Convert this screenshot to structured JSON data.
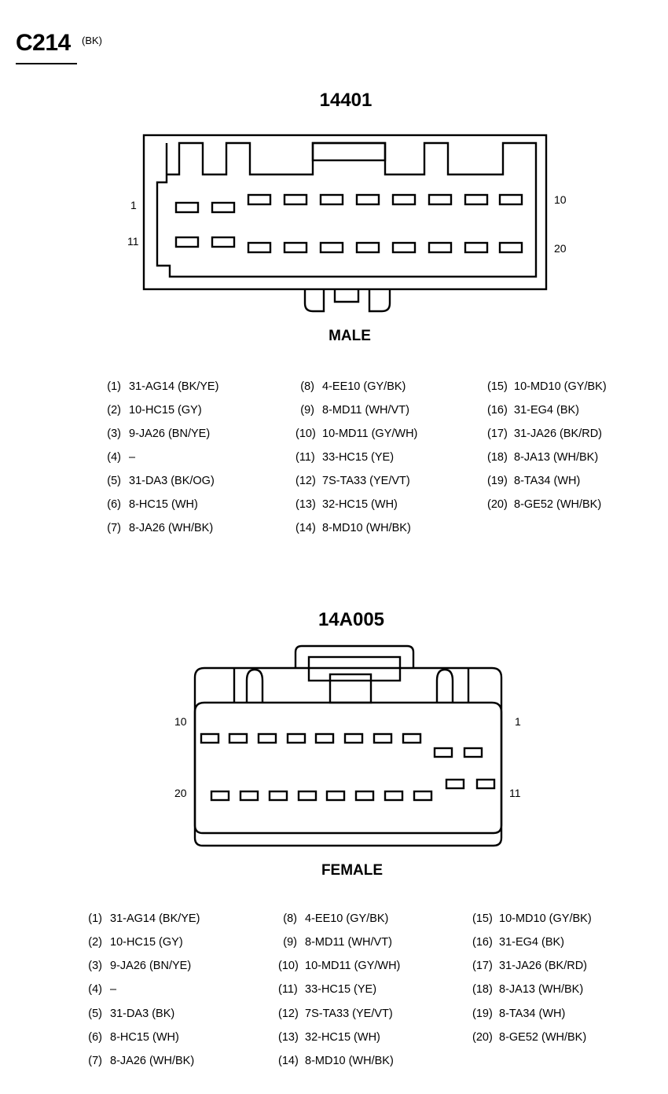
{
  "title": "C214",
  "title_suffix": "(BK)",
  "male": {
    "part_number": "14401",
    "label": "MALE",
    "pin_labels": {
      "top_left": "1",
      "top_right": "10",
      "bottom_left": "11",
      "bottom_right": "20"
    },
    "pins": [
      {
        "no": "(1)",
        "code": "31-AG14 (BK/YE)"
      },
      {
        "no": "(2)",
        "code": "10-HC15 (GY)"
      },
      {
        "no": "(3)",
        "code": "9-JA26 (BN/YE)"
      },
      {
        "no": "(4)",
        "code": "–"
      },
      {
        "no": "(5)",
        "code": "31-DA3 (BK/OG)"
      },
      {
        "no": "(6)",
        "code": "8-HC15 (WH)"
      },
      {
        "no": "(7)",
        "code": "8-JA26 (WH/BK)"
      },
      {
        "no": "(8)",
        "code": "4-EE10 (GY/BK)"
      },
      {
        "no": "(9)",
        "code": "8-MD11 (WH/VT)"
      },
      {
        "no": "(10)",
        "code": "10-MD11 (GY/WH)"
      },
      {
        "no": "(11)",
        "code": "33-HC15 (YE)"
      },
      {
        "no": "(12)",
        "code": "7S-TA33 (YE/VT)"
      },
      {
        "no": "(13)",
        "code": "32-HC15 (WH)"
      },
      {
        "no": "(14)",
        "code": "8-MD10 (WH/BK)"
      },
      {
        "no": "(15)",
        "code": "10-MD10 (GY/BK)"
      },
      {
        "no": "(16)",
        "code": "31-EG4 (BK)"
      },
      {
        "no": "(17)",
        "code": "31-JA26 (BK/RD)"
      },
      {
        "no": "(18)",
        "code": "8-JA13 (WH/BK)"
      },
      {
        "no": "(19)",
        "code": "8-TA34 (WH)"
      },
      {
        "no": "(20)",
        "code": "8-GE52 (WH/BK)"
      }
    ]
  },
  "female": {
    "part_number": "14A005",
    "label": "FEMALE",
    "pin_labels": {
      "top_left": "10",
      "top_right": "1",
      "bottom_left": "20",
      "bottom_right": "11"
    },
    "pins": [
      {
        "no": "(1)",
        "code": "31-AG14 (BK/YE)"
      },
      {
        "no": "(2)",
        "code": "10-HC15 (GY)"
      },
      {
        "no": "(3)",
        "code": "9-JA26 (BN/YE)"
      },
      {
        "no": "(4)",
        "code": "–"
      },
      {
        "no": "(5)",
        "code": "31-DA3 (BK)"
      },
      {
        "no": "(6)",
        "code": "8-HC15 (WH)"
      },
      {
        "no": "(7)",
        "code": "8-JA26 (WH/BK)"
      },
      {
        "no": "(8)",
        "code": "4-EE10 (GY/BK)"
      },
      {
        "no": "(9)",
        "code": "8-MD11 (WH/VT)"
      },
      {
        "no": "(10)",
        "code": "10-MD11 (GY/WH)"
      },
      {
        "no": "(11)",
        "code": "33-HC15 (YE)"
      },
      {
        "no": "(12)",
        "code": "7S-TA33 (YE/VT)"
      },
      {
        "no": "(13)",
        "code": "32-HC15 (WH)"
      },
      {
        "no": "(14)",
        "code": "8-MD10 (WH/BK)"
      },
      {
        "no": "(15)",
        "code": "10-MD10 (GY/BK)"
      },
      {
        "no": "(16)",
        "code": "31-EG4 (BK)"
      },
      {
        "no": "(17)",
        "code": "31-JA26 (BK/RD)"
      },
      {
        "no": "(18)",
        "code": "8-JA13 (WH/BK)"
      },
      {
        "no": "(19)",
        "code": "8-TA34 (WH)"
      },
      {
        "no": "(20)",
        "code": "8-GE52 (WH/BK)"
      }
    ]
  }
}
